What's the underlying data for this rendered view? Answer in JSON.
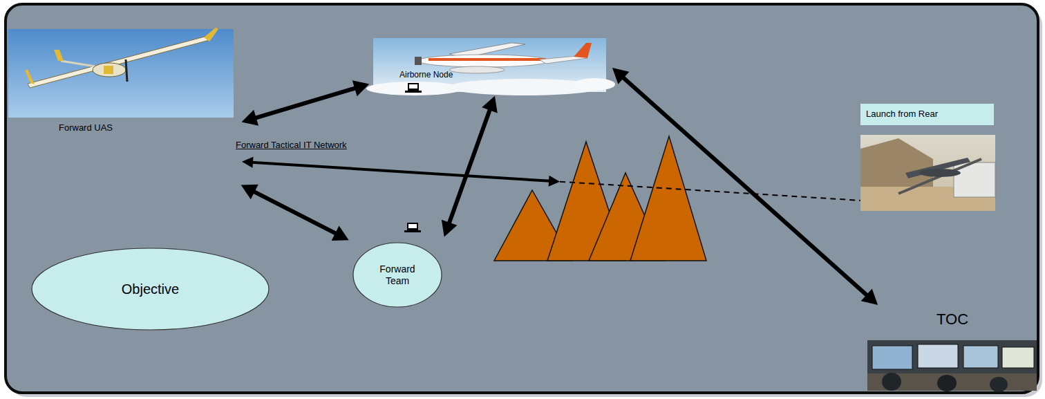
{
  "diagram": {
    "nodes": [
      {
        "text": [
          "Forward UAS"
        ]
      },
      {
        "text": [
          "Airborne Node"
        ]
      },
      {
        "text": [
          "Launch from Rear"
        ]
      },
      {
        "text": [
          "Objective"
        ]
      },
      {
        "text": [
          "Forward Team"
        ]
      },
      {
        "text": [
          "TOC"
        ]
      }
    ],
    "edges": [
      {
        "from": 0,
        "to": 1,
        "arrow": "both"
      },
      {
        "from": 0,
        "to": 2,
        "arrow": "both",
        "label": "Forward Tactical IT Network"
      },
      {
        "from": 0,
        "to": 4,
        "arrow": "both"
      },
      {
        "from": 1,
        "to": 4,
        "arrow": "both"
      },
      {
        "from": 1,
        "to": 5,
        "arrow": "both"
      }
    ]
  }
}
